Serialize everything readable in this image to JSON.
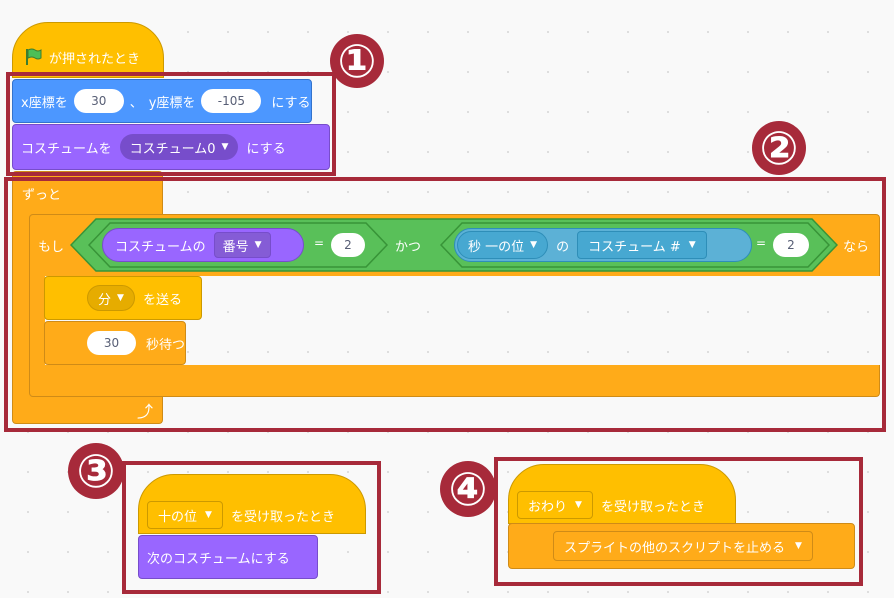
{
  "labels": {
    "one": "①",
    "two": "②",
    "three": "③",
    "four": "④"
  },
  "script1": {
    "hat_text": "が押されたとき",
    "goto": {
      "x_label": "x座標を",
      "x_value": "30",
      "sep": "、",
      "y_label": "y座標を",
      "y_value": "-105",
      "suffix": "にする"
    },
    "costume": {
      "label": "コスチュームを",
      "value": "コスチューム0",
      "suffix": "にする"
    },
    "forever": "ずっと",
    "if": {
      "if_label": "もし",
      "costume_of": "コスチュームの",
      "costume_prop": "番号",
      "eq1": "=",
      "val1": "2",
      "and_label": "かつ",
      "sensor_target": "秒 一の位",
      "of_label": "の",
      "sensor_prop": "コスチューム #",
      "eq2": "=",
      "val2": "2",
      "then_label": "なら"
    },
    "broadcast": {
      "value": "分",
      "suffix": "を送る"
    },
    "wait": {
      "value": "30",
      "suffix": "秒待つ"
    },
    "loop_arrow": "⤴"
  },
  "script3": {
    "hat_value": "十の位",
    "hat_suffix": "を受け取ったとき",
    "next_costume": "次のコスチュームにする"
  },
  "script4": {
    "hat_value": "おわり",
    "hat_suffix": "を受け取ったとき",
    "stop_value": "スプライトの他のスクリプトを止める"
  },
  "colors": {
    "events": "#FFBF00",
    "motion": "#4C97FF",
    "looks": "#9966FF",
    "control": "#FFAB19",
    "operators": "#59C059",
    "sensing": "#5CB1D6",
    "highlight": "#A72A3A"
  }
}
